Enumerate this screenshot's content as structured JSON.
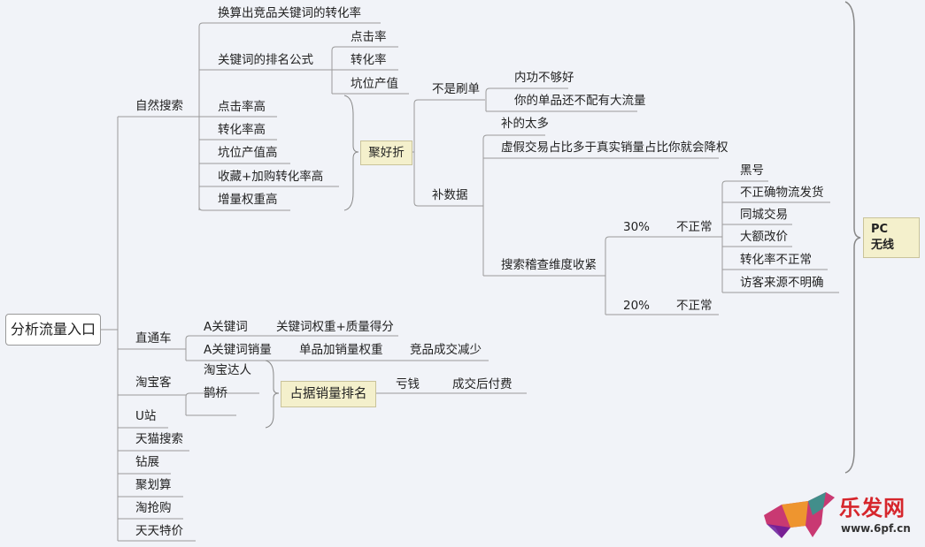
{
  "root": "分析流量入口",
  "natural": {
    "label": "自然搜索",
    "c1": "换算出竞品关键词的转化率",
    "c2": "关键词的排名公式",
    "formula": [
      "点击率",
      "转化率",
      "坑位产值"
    ],
    "c3": "点击率高",
    "c4": "转化率高",
    "c5": "坑位产值高",
    "c6": "收藏+加购转化率高",
    "c7": "增量权重高",
    "summary": "聚好折",
    "not_brushing": "不是刷单",
    "not_brushing_children": [
      "内功不够好",
      "你的单品还不配有大流量"
    ],
    "fake_data": "补数据",
    "fake_children": [
      "补的太多",
      "虚假交易占比多于真实销量占比你就会降权",
      "搜索稽查维度收紧"
    ],
    "pct30": "30%",
    "pct20": "20%",
    "abnormal": "不正常",
    "abnormal_list": [
      "黑号",
      "不正确物流发货",
      "同城交易",
      "大额改价",
      "转化率不正常",
      "访客来源不明确"
    ]
  },
  "pc_box": {
    "line1": "PC",
    "line2": "无线"
  },
  "ztc": {
    "label": "直通车",
    "k1": "A关键词",
    "k1_child": "关键词权重+质量得分",
    "k2": "A关键词销量",
    "k2_child": "单品加销量权重",
    "k2_grandchild": "竞品成交减少"
  },
  "tbk": {
    "label": "淘宝客",
    "children": [
      "淘宝达人",
      "鹊桥"
    ],
    "summary": "占据销量排名",
    "s1": "亏钱",
    "s2": "成交后付费"
  },
  "others": [
    "U站",
    "天猫搜索",
    "钻展",
    "聚划算",
    "淘抢购",
    "天天特价"
  ],
  "watermark": {
    "name": "乐发网",
    "url": "www.6pf.cn"
  }
}
